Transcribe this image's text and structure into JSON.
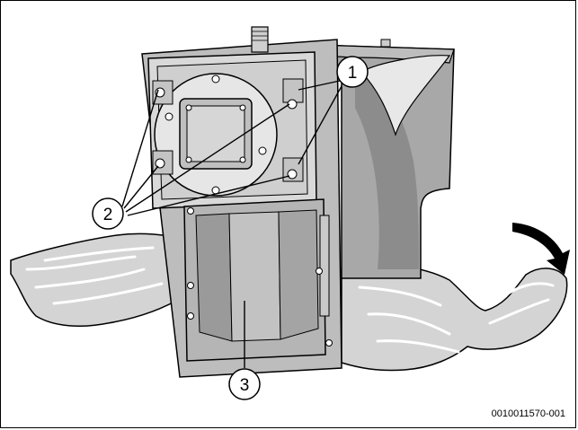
{
  "figure": {
    "id_text": "0010011570-001",
    "callouts": [
      {
        "label": "1"
      },
      {
        "label": "2"
      },
      {
        "label": "3"
      }
    ],
    "colors": {
      "line": "#000000",
      "metal_light": "#e6e6e6",
      "metal_mid": "#c8c8c8",
      "metal_dark": "#9a9a9a",
      "cloth": "#d2d2d2"
    }
  }
}
